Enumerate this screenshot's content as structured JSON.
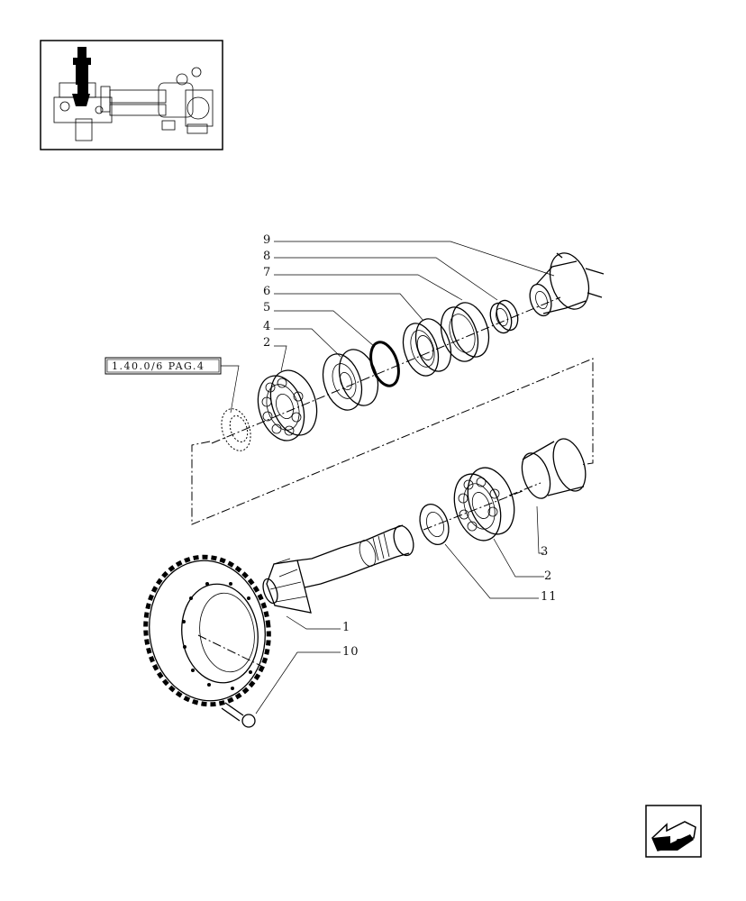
{
  "callouts": {
    "c9": "9",
    "c8": "8",
    "c7": "7",
    "c6": "6",
    "c5": "5",
    "c4": "4",
    "c2_top": "2",
    "c3": "3",
    "c2_bottom": "2",
    "c11": "11",
    "c1": "1",
    "c10": "10"
  },
  "reference_box": {
    "label": "1.40.0/6 PAG.4"
  },
  "icons": {
    "thumbnail": "axle-assembly-thumbnail-icon",
    "nav": "back-arrow-icon"
  },
  "colors": {
    "ink": "#000000",
    "background": "#ffffff"
  }
}
